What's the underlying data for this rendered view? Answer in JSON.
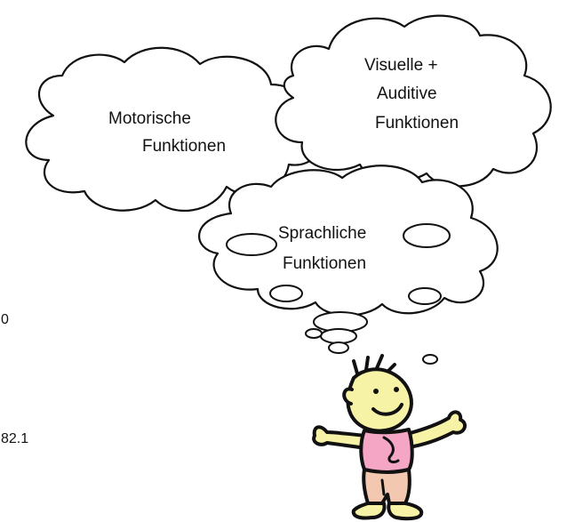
{
  "clouds": {
    "visual_auditory": [
      "Visuelle +",
      "Auditive",
      "Funktionen"
    ],
    "motor": [
      "Motorische",
      "Funktionen"
    ],
    "speech": [
      "Sprachliche",
      "Funktionen"
    ]
  },
  "margin": {
    "value_1": "0",
    "value_2": "82.1"
  },
  "colors": {
    "shirt": "#f4a6c4",
    "skin": "#f7f3a6",
    "pants": "#f2c9b0",
    "shoes": "#f7f3a6",
    "ink": "#111111"
  }
}
